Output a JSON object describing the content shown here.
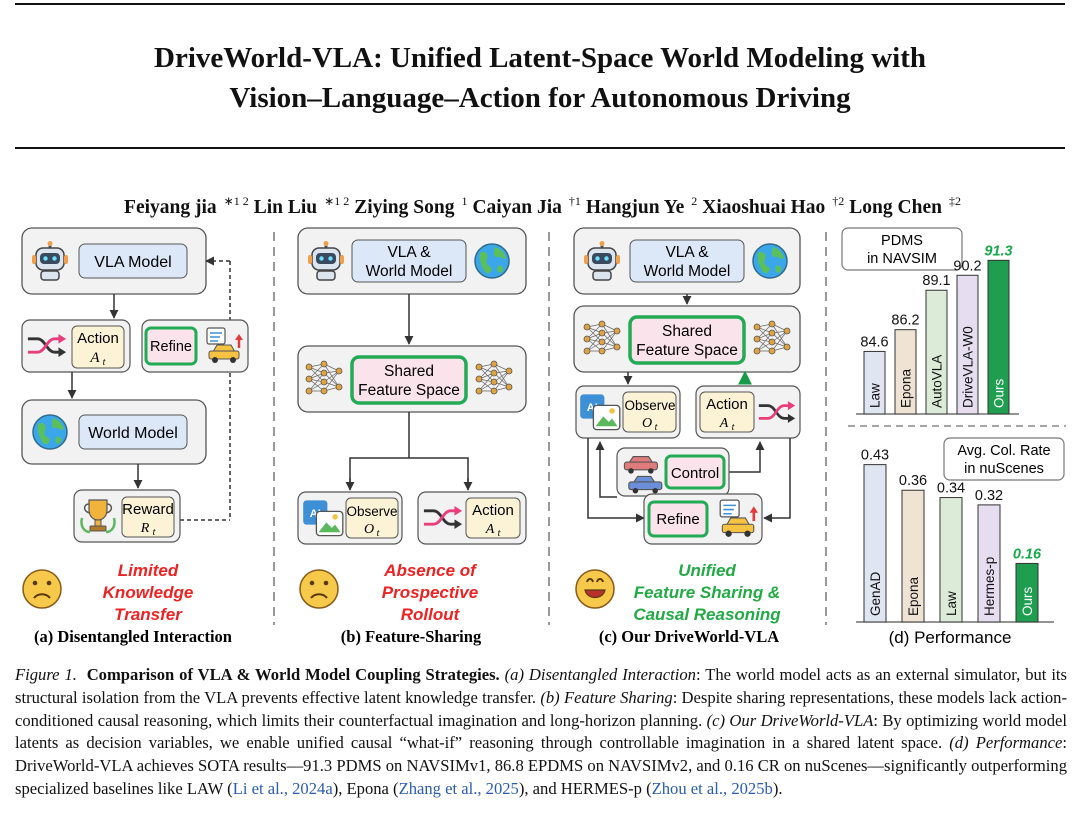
{
  "title": {
    "line1": "DriveWorld-VLA: Unified Latent-Space World Modeling with",
    "line2": "Vision–Language–Action for Autonomous Driving"
  },
  "authors": [
    {
      "name": "Feiyang jia",
      "aff": "∗1 2"
    },
    {
      "name": "Lin Liu",
      "aff": "∗1 2"
    },
    {
      "name": "Ziying Song",
      "aff": "1"
    },
    {
      "name": "Caiyan Jia",
      "aff": "†1"
    },
    {
      "name": "Hangjun Ye",
      "aff": "2"
    },
    {
      "name": "Xiaoshuai Hao",
      "aff": "†2"
    },
    {
      "name": "Long Chen",
      "aff": "‡2"
    }
  ],
  "panel_a": {
    "vla_model": "VLA Model",
    "action": "Action",
    "action_sym": "A",
    "action_sub": "t",
    "refine": "Refine",
    "world_model": "World Model",
    "reward": "Reward",
    "reward_sym": "R",
    "reward_sub": "t",
    "verdict_1": "Limited",
    "verdict_2": "Knowledge",
    "verdict_3": "Transfer",
    "label": "(a) Disentangled Interaction"
  },
  "panel_b": {
    "vla_1": "VLA &",
    "vla_2": "World Model",
    "shared_1": "Shared",
    "shared_2": "Feature Space",
    "observe": "Observe",
    "observe_sym": "O",
    "observe_sub": "t",
    "action": "Action",
    "action_sym": "A",
    "action_sub": "t",
    "verdict_1": "Absence of",
    "verdict_2": "Prospective",
    "verdict_3": "Rollout",
    "label": "(b) Feature-Sharing"
  },
  "panel_c": {
    "vla_1": "VLA &",
    "vla_2": "World Model",
    "shared_1": "Shared",
    "shared_2": "Feature Space",
    "observe": "Observe",
    "observe_sym": "O",
    "observe_sub": "t",
    "action": "Action",
    "action_sym": "A",
    "action_sub": "t",
    "control": "Control",
    "refine": "Refine",
    "verdict_1": "Unified",
    "verdict_2": "Feature Sharing &",
    "verdict_3": "Causal Reasoning",
    "label": "(c) Our DriveWorld-VLA"
  },
  "panel_d": {
    "label": "(d) Performance"
  },
  "chart_data": [
    {
      "type": "bar",
      "title": "PDMS in NAVSIM",
      "title_1": "PDMS",
      "title_2": "in NAVSIM",
      "categories": [
        "Law",
        "Epona",
        "AutoVLA",
        "DriveVLA-W0",
        "Ours"
      ],
      "values": [
        84.6,
        86.2,
        89.1,
        90.2,
        91.3
      ],
      "value_labels": [
        "84.6",
        "86.2",
        "89.1",
        "90.2",
        "91.3"
      ],
      "colors": [
        "#dfe6f1",
        "#efe3d3",
        "#dcebd8",
        "#e6def0",
        "#1f9e50"
      ],
      "highlight_color": "#1aa84e"
    },
    {
      "type": "bar",
      "title": "Avg. Col. Rate in nuScenes",
      "title_1": "Avg. Col. Rate",
      "title_2": "in nuScenes",
      "categories": [
        "GenAD",
        "Epona",
        "Law",
        "Hermes-p",
        "Ours"
      ],
      "values": [
        0.43,
        0.36,
        0.34,
        0.32,
        0.16
      ],
      "value_labels": [
        "0.43",
        "0.36",
        "0.34",
        "0.32",
        "0.16"
      ],
      "colors": [
        "#dfe6f1",
        "#efe3d3",
        "#dcebd8",
        "#e6def0",
        "#1f9e50"
      ],
      "highlight_color": "#1aa84e"
    }
  ],
  "caption": {
    "fig": "Figure 1.",
    "heading": "Comparison of VLA & World Model Coupling Strategies.",
    "a_label": "(a) Disentangled Interaction",
    "a_text": ": The world model acts as an external simulator, but its structural isolation from the VLA prevents effective latent knowledge transfer. ",
    "b_label": "(b) Feature Sharing",
    "b_text": ": Despite sharing representations, these models lack action-conditioned causal reasoning, which limits their counterfactual imagination and long-horizon planning. ",
    "c_label": "(c) Our DriveWorld-VLA",
    "c_text": ": By optimizing world model latents as decision variables, we enable unified causal “what-if” reasoning through controllable imagination in a shared latent space. ",
    "d_label": "(d) Performance",
    "d_text": ": DriveWorld-VLA achieves SOTA results—91.3 PDMS on NAVSIMv1, 86.8 EPDMS on NAVSIMv2, and 0.16 CR on nuScenes—significantly outperforming specialized baselines like LAW (",
    "cite1": "Li et al., 2024a",
    "t2": "), Epona (",
    "cite2": "Zhang et al., 2025",
    "t3": "), and HERMES-p (",
    "cite3": "Zhou et al., 2025b",
    "t4": ")."
  },
  "colors": {
    "verdict_red": "#ee2222",
    "verdict_green": "#22aa44",
    "shared_border": "#22aa55",
    "vla_fill": "#dce8f8",
    "action_fill": "#fcf3d6",
    "refine_fill": "#fbe3ec",
    "panel_fill": "#f2f2f2"
  }
}
